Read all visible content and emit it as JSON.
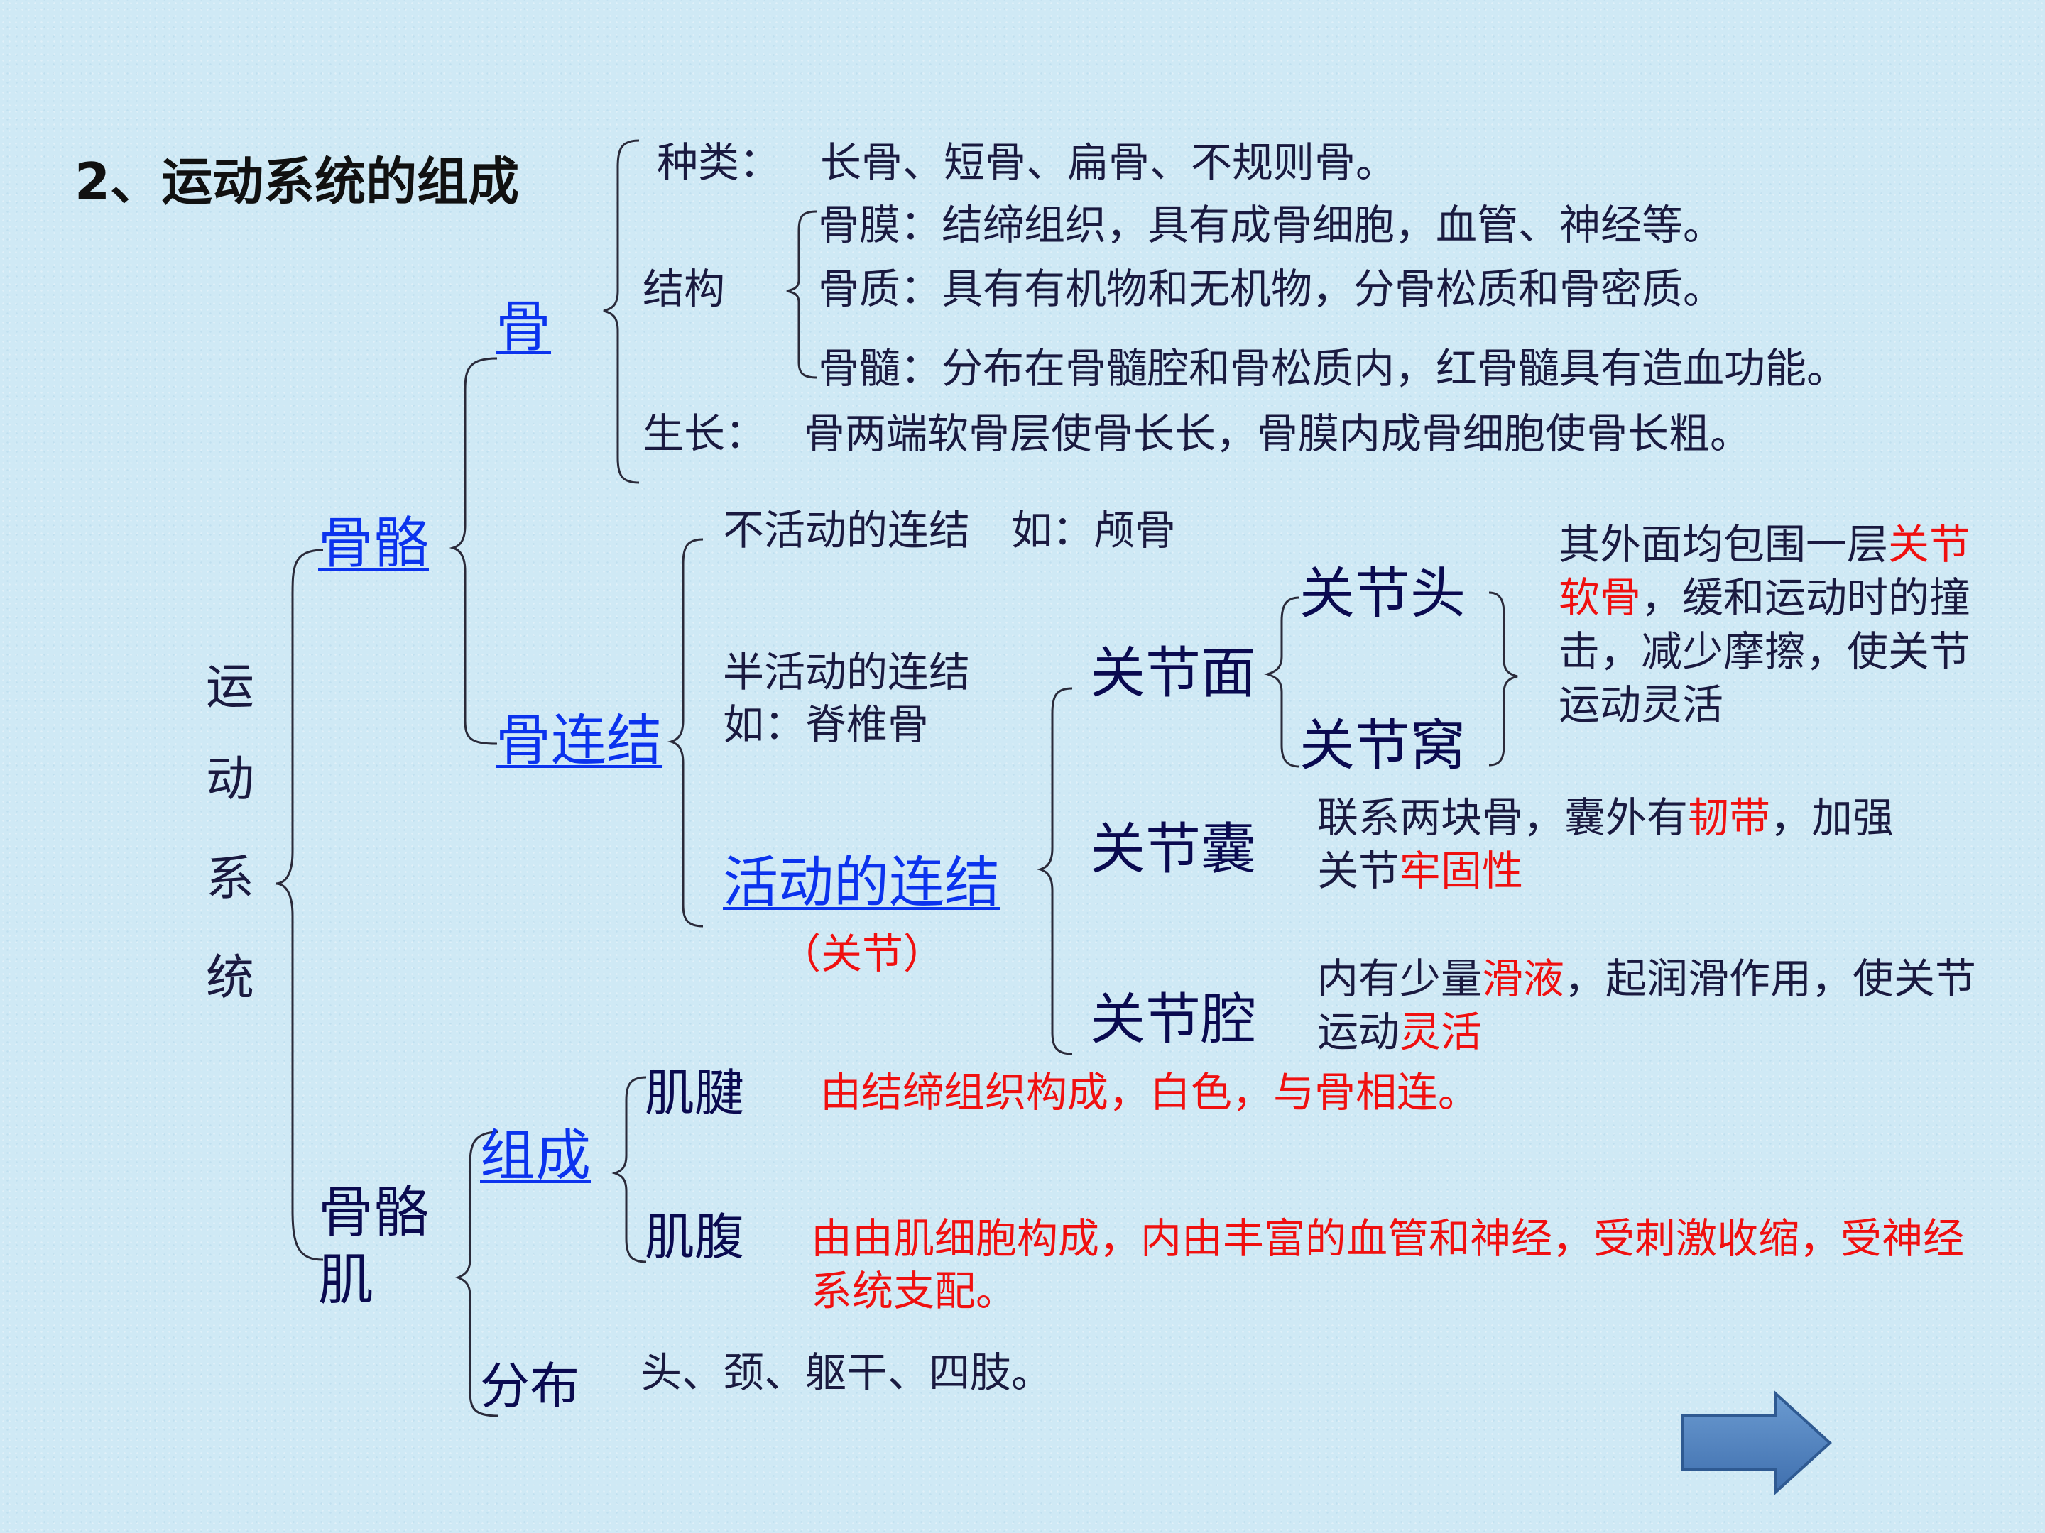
{
  "title": "2、运动系统的组成",
  "root": [
    "运",
    "动",
    "系",
    "统"
  ],
  "skeleton": {
    "label": "骨骼",
    "bone": {
      "label": "骨",
      "kinds_label": "种类：",
      "kinds_value": "长骨、短骨、扁骨、不规则骨。",
      "structure_label": "结构",
      "periosteum": "骨膜：结缔组织，具有成骨细胞，血管、神经等。",
      "substance": "骨质：具有有机物和无机物，分骨松质和骨密质。",
      "marrow": "骨髓：分布在骨髓腔和骨松质内，红骨髓具有造血功能。",
      "growth_label": "生长：",
      "growth_value": "骨两端软骨层使骨长长，骨膜内成骨细胞使骨长粗。"
    },
    "joint": {
      "label": "骨连结",
      "immovable": "不活动的连结　如：颅骨",
      "semi_line1": "半活动的连结",
      "semi_line2": "如：脊椎骨",
      "movable": "活动的连结",
      "movable_note": "（关节）",
      "surface": "关节面",
      "head": "关节头",
      "socket": "关节窝",
      "cartilage_a": "其外面均包围一层",
      "cartilage_red": "关节软骨",
      "cartilage_b": "，缓和运动时的撞击，减少摩擦，使关节运动灵活",
      "capsule": "关节囊",
      "capsule_a": "联系两块骨，囊外有",
      "capsule_red1": "韧带",
      "capsule_b": "，加强关节",
      "capsule_red2": "牢固性",
      "cavity": "关节腔",
      "cavity_a": "内有少量",
      "cavity_red1": "滑液",
      "cavity_b": "，起润滑作用，使关节运动",
      "cavity_red2": "灵活"
    }
  },
  "muscle": {
    "label_line1": "骨骼",
    "label_line2": "肌",
    "composition": "组成",
    "tendon": "肌腱",
    "tendon_desc": "由结缔组织构成，白色，与骨相连。",
    "belly": "肌腹",
    "belly_desc": "由由肌细胞构成，内由丰富的血管和神经，受刺激收缩，受神经系统支配。",
    "distribution": "分布",
    "distribution_value": "头、颈、躯干、四肢。"
  },
  "colors": {
    "link": "#0b33ee",
    "highlight": "#f01010",
    "arrow": "#4f81bd"
  },
  "nav": {
    "icon": "right-arrow-icon"
  }
}
